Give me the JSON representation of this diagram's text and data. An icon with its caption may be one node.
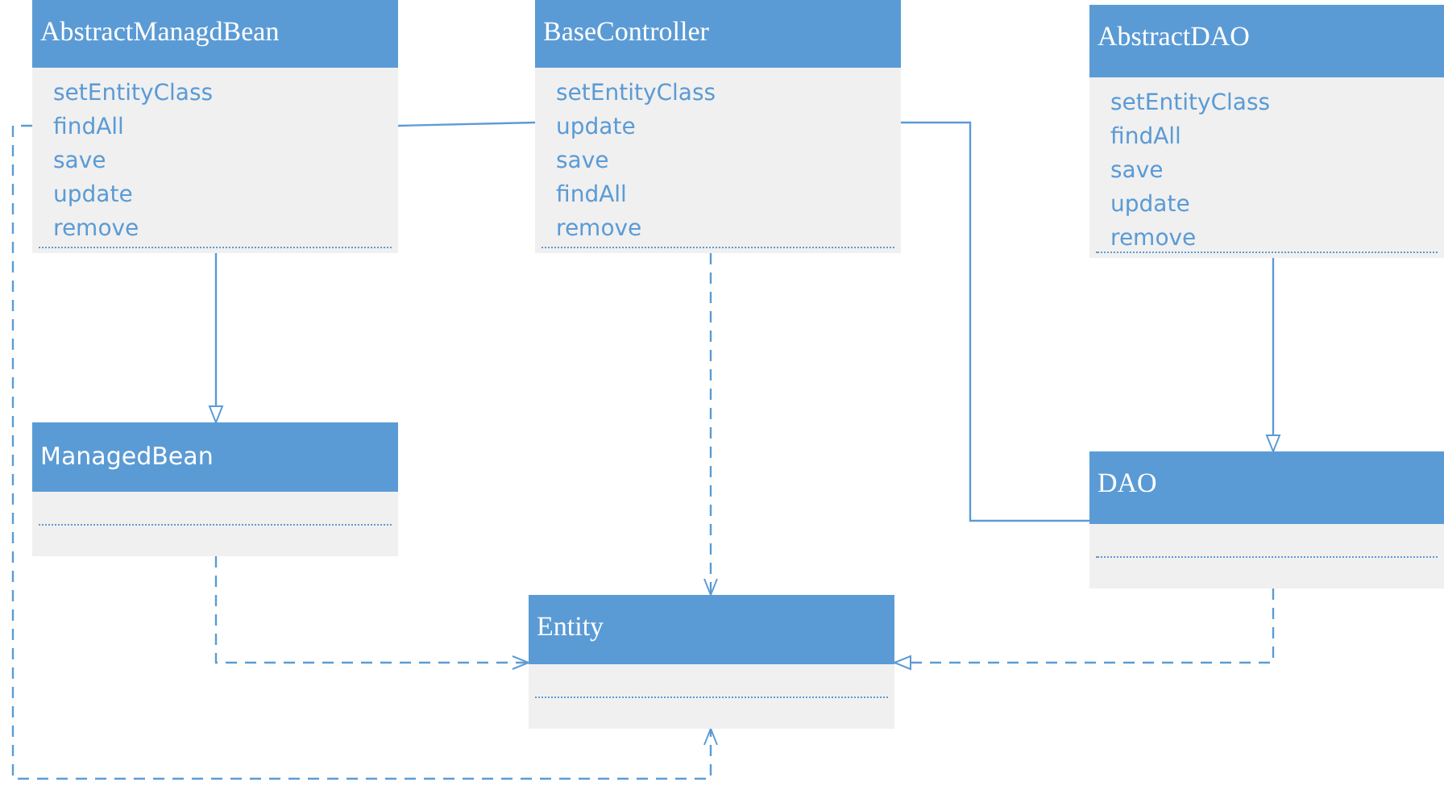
{
  "diagram": {
    "nodes": [
      {
        "text": [
          "AbstractManagdBean",
          "setEntityClass",
          "findAll",
          "save",
          "update",
          "remove"
        ]
      },
      {
        "text": [
          "BaseController",
          "setEntityClass",
          "update",
          "save",
          "findAll",
          "remove"
        ]
      },
      {
        "text": [
          "AbstractDAO",
          "setEntityClass",
          "findAll",
          "save",
          "update",
          "remove"
        ]
      },
      {
        "text": [
          "ManagedBean"
        ]
      },
      {
        "text": [
          "DAO"
        ]
      },
      {
        "text": [
          "Entity"
        ]
      }
    ],
    "edges": [
      {
        "from": 0,
        "to": 1,
        "arrow": "none"
      },
      {
        "from": 1,
        "to": 4,
        "arrow": "none"
      },
      {
        "from": 0,
        "to": 3,
        "arrow": "to"
      },
      {
        "from": 2,
        "to": 4,
        "arrow": "to"
      },
      {
        "from": 3,
        "to": 5,
        "arrow": "to",
        "style": "dashed"
      },
      {
        "from": 1,
        "to": 5,
        "arrow": "to",
        "style": "dashed"
      },
      {
        "from": 4,
        "to": 5,
        "arrow": "to",
        "style": "dashed"
      },
      {
        "from": 0,
        "to": 5,
        "arrow": "to",
        "style": "dashed"
      }
    ]
  }
}
